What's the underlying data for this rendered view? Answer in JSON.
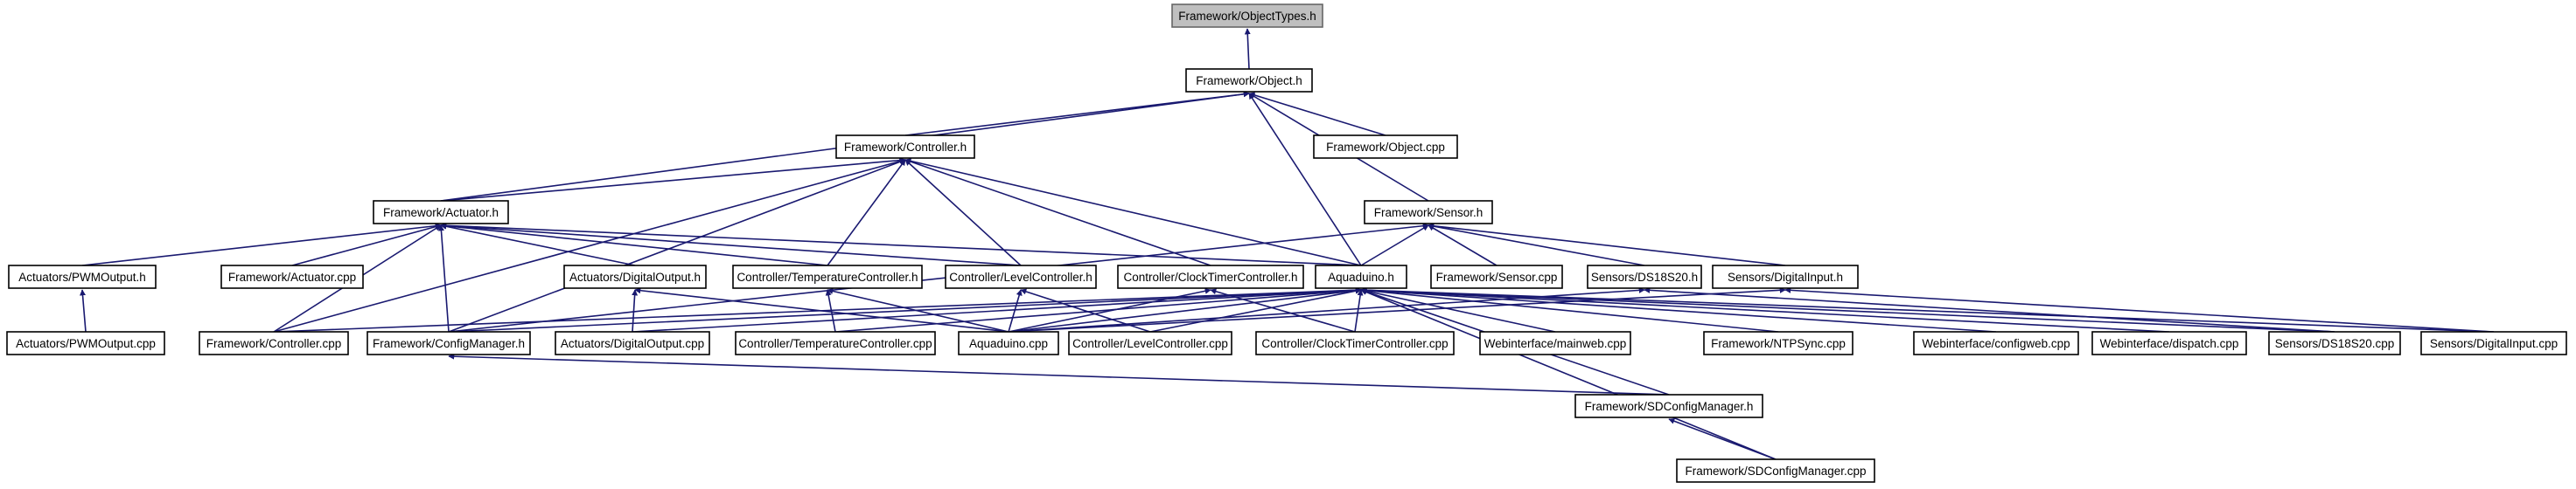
{
  "nodes": {
    "objecttypes_h": "Framework/ObjectTypes.h",
    "object_h": "Framework/Object.h",
    "object_cpp": "Framework/Object.cpp",
    "controller_h": "Framework/Controller.h",
    "actuator_h": "Framework/Actuator.h",
    "sensor_h": "Framework/Sensor.h",
    "pwmoutput_h": "Actuators/PWMOutput.h",
    "pwmoutput_cpp": "Actuators/PWMOutput.cpp",
    "actuator_cpp": "Framework/Actuator.cpp",
    "digitaloutput_h": "Actuators/DigitalOutput.h",
    "tempctrl_h": "Controller/TemperatureController.h",
    "levelctrl_h": "Controller/LevelController.h",
    "clocktimer_h": "Controller/ClockTimerController.h",
    "aquaduino_h": "Aquaduino.h",
    "sensor_cpp": "Framework/Sensor.cpp",
    "ds18s20_h": "Sensors/DS18S20.h",
    "digitalinput_h": "Sensors/DigitalInput.h",
    "controller_cpp": "Framework/Controller.cpp",
    "configmanager_h": "Framework/ConfigManager.h",
    "digitaloutput_cpp": "Actuators/DigitalOutput.cpp",
    "tempctrl_cpp": "Controller/TemperatureController.cpp",
    "aquaduino_cpp": "Aquaduino.cpp",
    "levelctrl_cpp": "Controller/LevelController.cpp",
    "clocktimer_cpp": "Controller/ClockTimerController.cpp",
    "mainweb_cpp": "Webinterface/mainweb.cpp",
    "ntpsync_cpp": "Framework/NTPSync.cpp",
    "configweb_cpp": "Webinterface/configweb.cpp",
    "dispatch_cpp": "Webinterface/dispatch.cpp",
    "ds18s20_cpp": "Sensors/DS18S20.cpp",
    "digitalinput_cpp": "Sensors/DigitalInput.cpp",
    "sdconfigmanager_h": "Framework/SDConfigManager.h",
    "sdconfigmanager_cpp": "Framework/SDConfigManager.cpp"
  },
  "edges": [
    [
      "object_h",
      "objecttypes_h"
    ],
    [
      "object_cpp",
      "object_h"
    ],
    [
      "controller_h",
      "object_h"
    ],
    [
      "actuator_h",
      "object_h"
    ],
    [
      "sensor_h",
      "object_h"
    ],
    [
      "aquaduino_h",
      "object_h"
    ],
    [
      "actuator_h",
      "controller_h"
    ],
    [
      "controller_cpp",
      "controller_h"
    ],
    [
      "configmanager_h",
      "controller_h"
    ],
    [
      "tempctrl_h",
      "controller_h"
    ],
    [
      "levelctrl_h",
      "controller_h"
    ],
    [
      "clocktimer_h",
      "controller_h"
    ],
    [
      "aquaduino_h",
      "controller_h"
    ],
    [
      "pwmoutput_h",
      "actuator_h"
    ],
    [
      "actuator_cpp",
      "actuator_h"
    ],
    [
      "digitaloutput_h",
      "actuator_h"
    ],
    [
      "controller_cpp",
      "actuator_h"
    ],
    [
      "configmanager_h",
      "actuator_h"
    ],
    [
      "tempctrl_h",
      "actuator_h"
    ],
    [
      "levelctrl_h",
      "actuator_h"
    ],
    [
      "aquaduino_h",
      "actuator_h"
    ],
    [
      "configmanager_h",
      "sensor_h"
    ],
    [
      "aquaduino_h",
      "sensor_h"
    ],
    [
      "sensor_cpp",
      "sensor_h"
    ],
    [
      "ds18s20_h",
      "sensor_h"
    ],
    [
      "digitalinput_h",
      "sensor_h"
    ],
    [
      "pwmoutput_cpp",
      "pwmoutput_h"
    ],
    [
      "digitaloutput_cpp",
      "digitaloutput_h"
    ],
    [
      "aquaduino_cpp",
      "digitaloutput_h"
    ],
    [
      "tempctrl_cpp",
      "tempctrl_h"
    ],
    [
      "aquaduino_cpp",
      "tempctrl_h"
    ],
    [
      "aquaduino_cpp",
      "levelctrl_h"
    ],
    [
      "levelctrl_cpp",
      "levelctrl_h"
    ],
    [
      "aquaduino_cpp",
      "clocktimer_h"
    ],
    [
      "clocktimer_cpp",
      "clocktimer_h"
    ],
    [
      "controller_cpp",
      "aquaduino_h"
    ],
    [
      "configmanager_h",
      "aquaduino_h"
    ],
    [
      "digitaloutput_cpp",
      "aquaduino_h"
    ],
    [
      "tempctrl_cpp",
      "aquaduino_h"
    ],
    [
      "aquaduino_cpp",
      "aquaduino_h"
    ],
    [
      "levelctrl_cpp",
      "aquaduino_h"
    ],
    [
      "clocktimer_cpp",
      "aquaduino_h"
    ],
    [
      "mainweb_cpp",
      "aquaduino_h"
    ],
    [
      "ntpsync_cpp",
      "aquaduino_h"
    ],
    [
      "configweb_cpp",
      "aquaduino_h"
    ],
    [
      "dispatch_cpp",
      "aquaduino_h"
    ],
    [
      "ds18s20_cpp",
      "aquaduino_h"
    ],
    [
      "digitalinput_cpp",
      "aquaduino_h"
    ],
    [
      "sdconfigmanager_h",
      "aquaduino_h"
    ],
    [
      "sdconfigmanager_cpp",
      "aquaduino_h"
    ],
    [
      "aquaduino_cpp",
      "ds18s20_h"
    ],
    [
      "ds18s20_cpp",
      "ds18s20_h"
    ],
    [
      "aquaduino_cpp",
      "digitalinput_h"
    ],
    [
      "digitalinput_cpp",
      "digitalinput_h"
    ],
    [
      "sdconfigmanager_h",
      "configmanager_h"
    ],
    [
      "sdconfigmanager_cpp",
      "sdconfigmanager_h"
    ]
  ]
}
